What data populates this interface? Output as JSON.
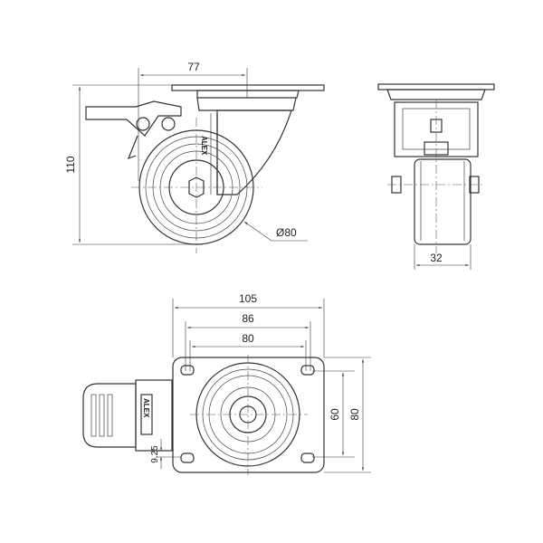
{
  "side_view": {
    "height_label": "110",
    "offset_label": "77",
    "wheel_diameter_label": "Ø80",
    "brand": "ALEX"
  },
  "front_view": {
    "wheel_width_label": "32"
  },
  "top_view": {
    "plate_width_label": "105",
    "hole_outer_label": "86",
    "hole_center_label": "80",
    "hole_vertical_label": "60",
    "plate_height_label": "80",
    "brake_offset_label": "9.25",
    "brand": "ALEX"
  }
}
